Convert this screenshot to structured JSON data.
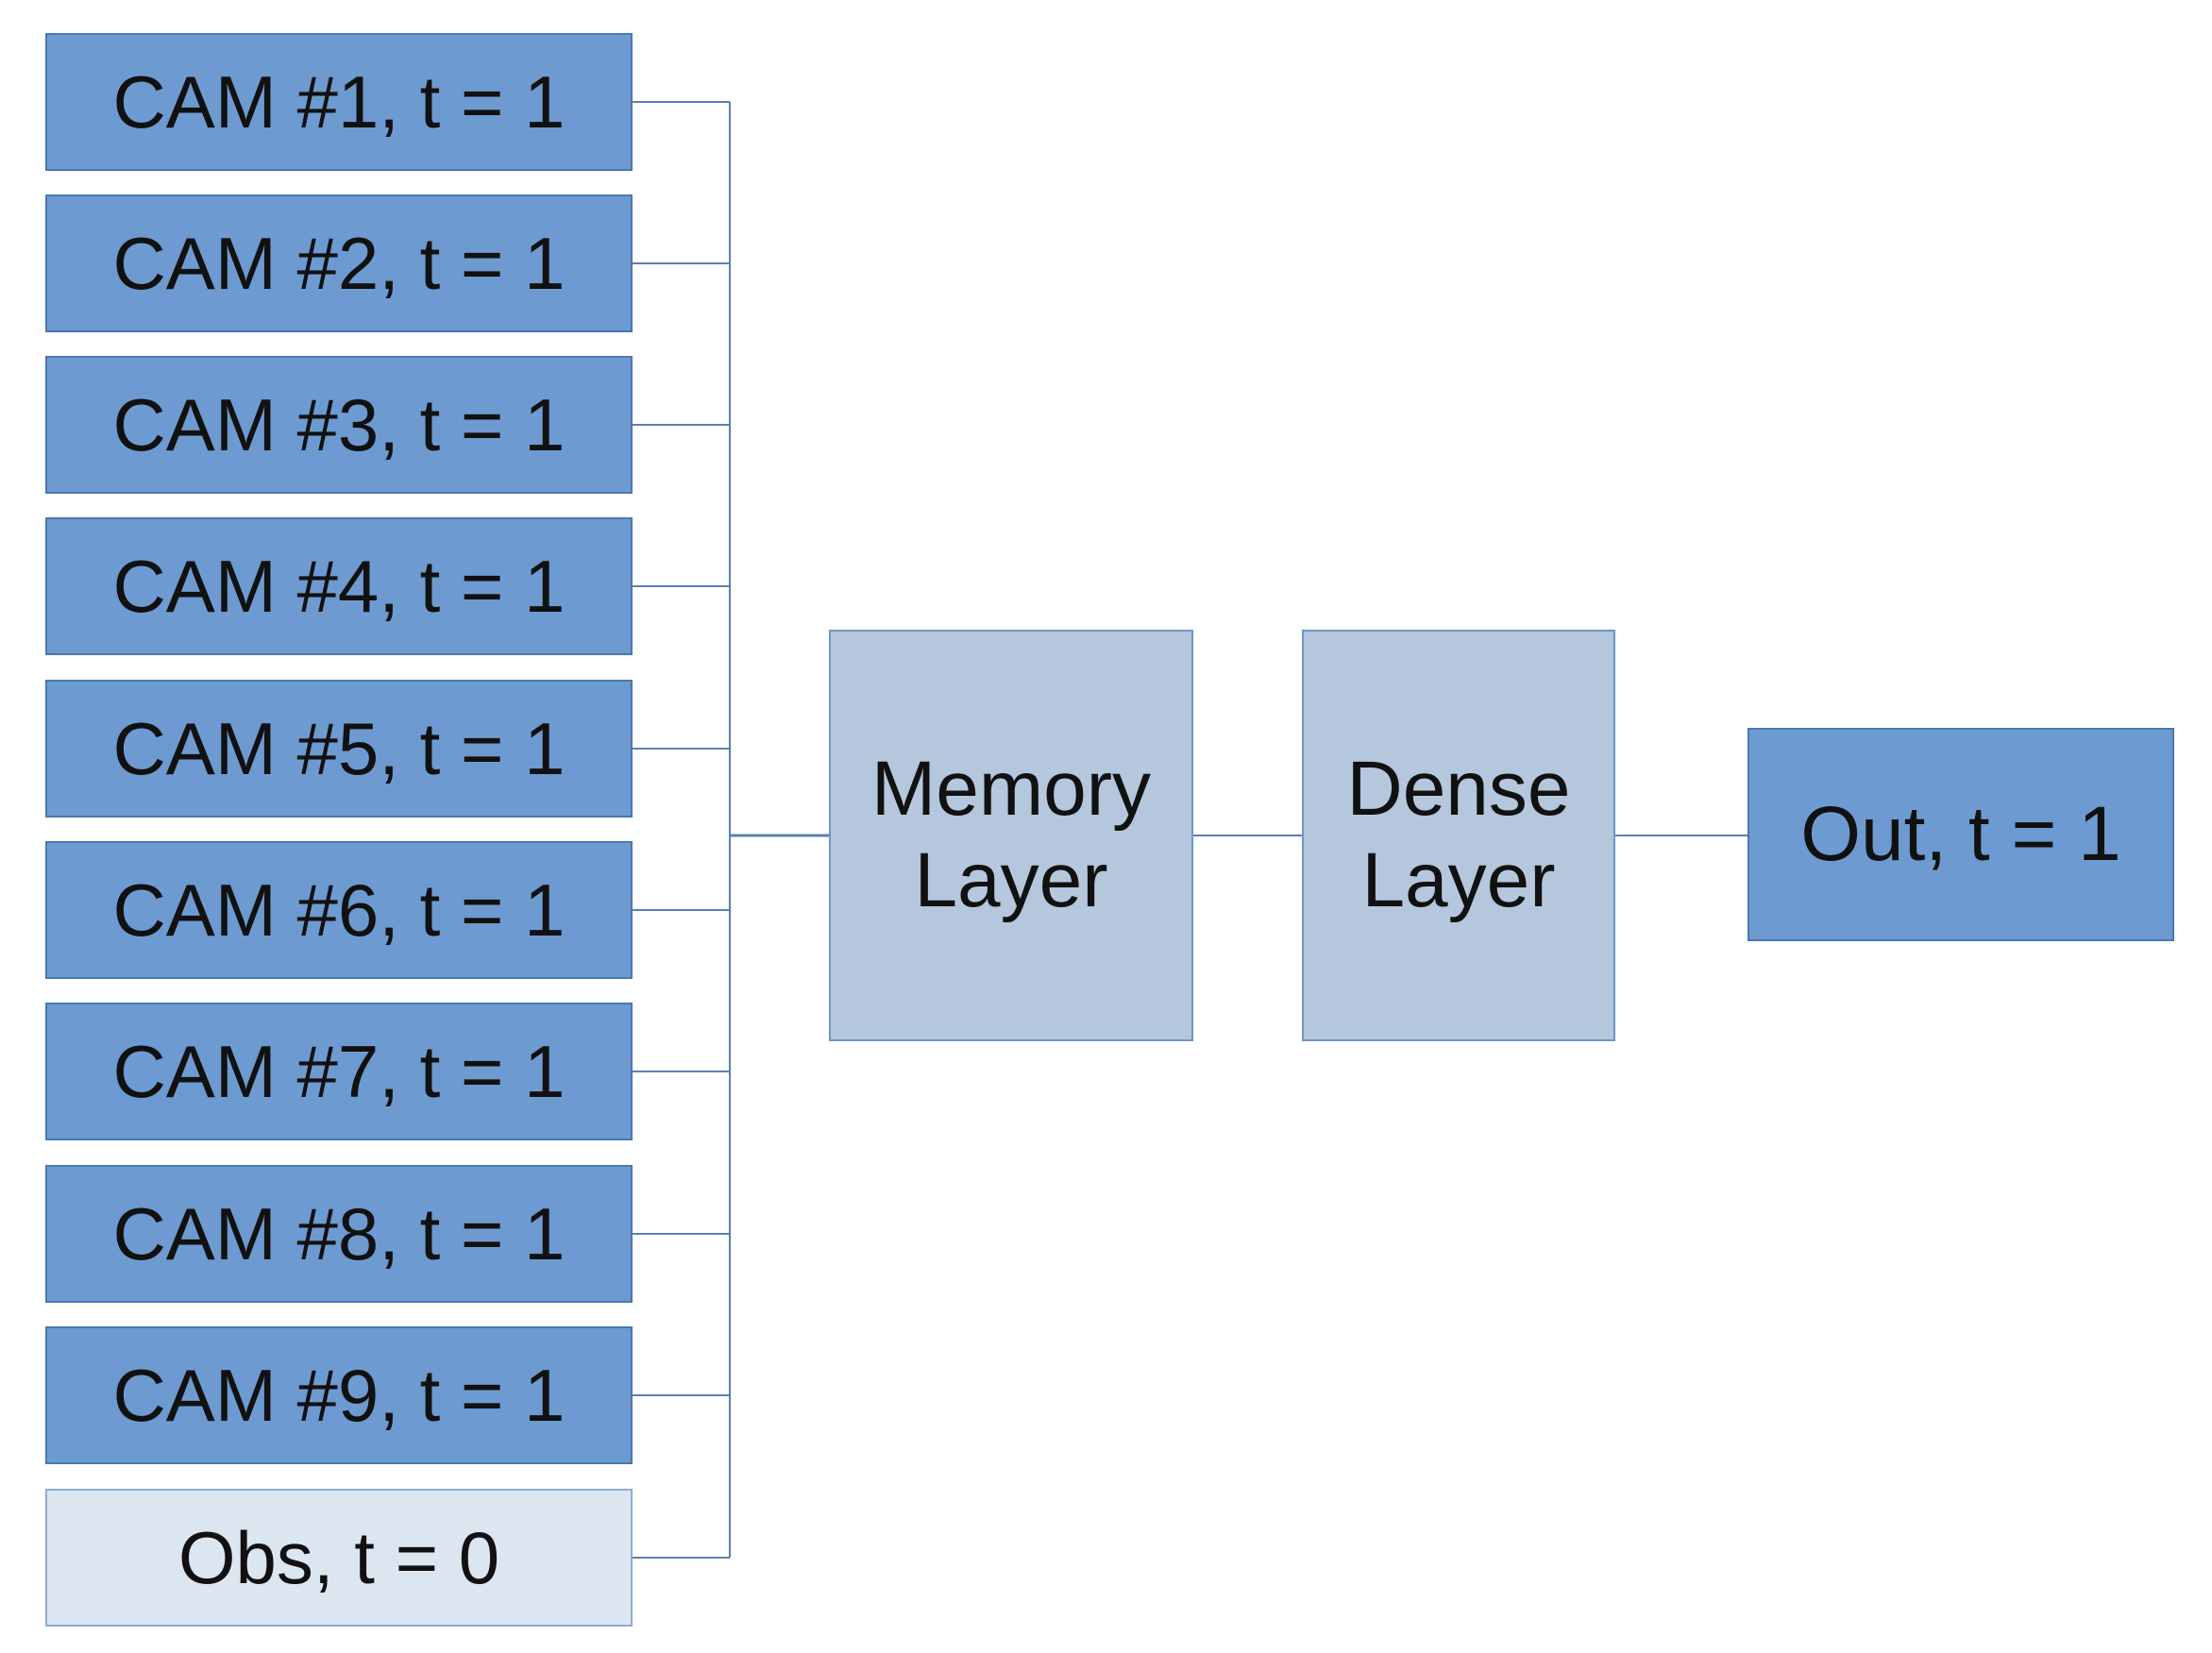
{
  "diagram": {
    "inputs": [
      "CAM #1, t = 1",
      "CAM #2, t = 1",
      "CAM #3, t = 1",
      "CAM #4, t = 1",
      "CAM #5, t = 1",
      "CAM #6, t = 1",
      "CAM #7, t = 1",
      "CAM #8, t = 1",
      "CAM #9, t = 1",
      "Obs, t = 0"
    ],
    "memory_layer": {
      "line1": "Memory",
      "line2": "Layer"
    },
    "dense_layer": {
      "line1": "Dense",
      "line2": "Layer"
    },
    "output": "Out, t = 1",
    "colors": {
      "camera_box": "#6d9bd1",
      "obs_box": "#dce6f1",
      "layer_box": "#b4c7dd",
      "output_box": "#6d9bd1",
      "connector": "#5b80b3"
    }
  }
}
